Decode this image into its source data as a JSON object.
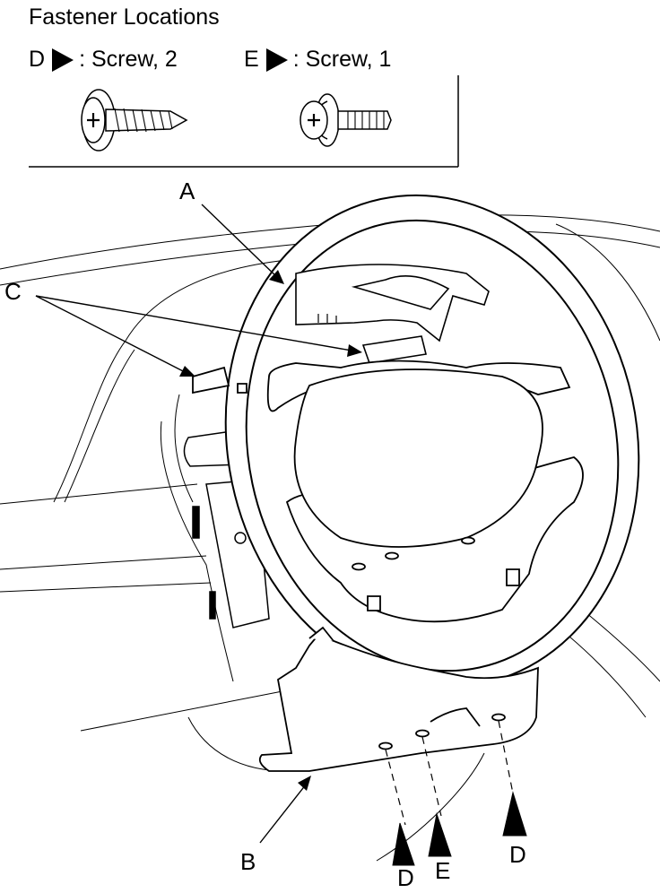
{
  "heading": "Fastener Locations",
  "legend": [
    {
      "letter": "D",
      "symbol": "arrowhead-icon",
      "text": ": Screw, 2"
    },
    {
      "letter": "E",
      "symbol": "arrowhead-icon",
      "text": ": Screw, 1"
    }
  ],
  "callouts": {
    "a": "A",
    "b": "B",
    "c": "C",
    "d_left": "D",
    "e": "E",
    "d_right": "D"
  }
}
